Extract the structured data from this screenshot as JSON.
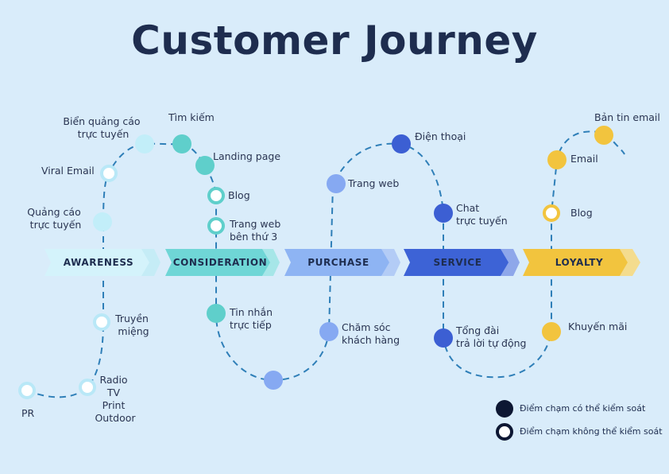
{
  "title": "Customer Journey",
  "stages": [
    {
      "label": "AWARENESS",
      "color": "#d4f3fb",
      "tail": "#c5ecf6"
    },
    {
      "label": "CONSIDERATION",
      "color": "#6fd6d6",
      "tail": "#a6e6e8"
    },
    {
      "label": "PURCHASE",
      "color": "#8eb4f3",
      "tail": "#b3ccf6"
    },
    {
      "label": "SERVICE",
      "color": "#3d63d6",
      "tail": "#8ea7ea"
    },
    {
      "label": "LOYALTY",
      "color": "#f2c43e",
      "tail": "#f4dc8e"
    }
  ],
  "touchpoints": {
    "pr": "PR",
    "radio": [
      "Radio",
      "TV",
      "Print",
      "Outdoor"
    ],
    "word_of_mouth": [
      "Truyền",
      "miệng"
    ],
    "ads": [
      "Quảng cáo",
      "trực tuyến"
    ],
    "viral_email": "Viral Email",
    "online_banner": [
      "Biển quảng cáo",
      "trực tuyến"
    ],
    "search": "Tìm kiếm",
    "landing_page": "Landing page",
    "blog1": "Blog",
    "third_party": [
      "Trang web",
      "bên thứ 3"
    ],
    "direct_message": [
      "Tin nhắn",
      "trực tiếp"
    ],
    "website": "Trang web",
    "customer_care": [
      "Chăm sóc",
      "khách hàng"
    ],
    "phone": "Điện thoại",
    "live_chat": [
      "Chat",
      "trực tuyến"
    ],
    "call_center": [
      "Tổng đài",
      "trả lời tự động"
    ],
    "email": "Email",
    "blog2": "Blog",
    "newsletter": "Bản tin email",
    "promotion": "Khuyến mãi"
  },
  "legend": {
    "controlled": "Điểm chạm có thể kiểm soát",
    "uncontrolled": "Điểm chạm không thể kiểm soát"
  },
  "colors": {
    "path": "#2f7fb8",
    "dark": "#0d1733"
  }
}
